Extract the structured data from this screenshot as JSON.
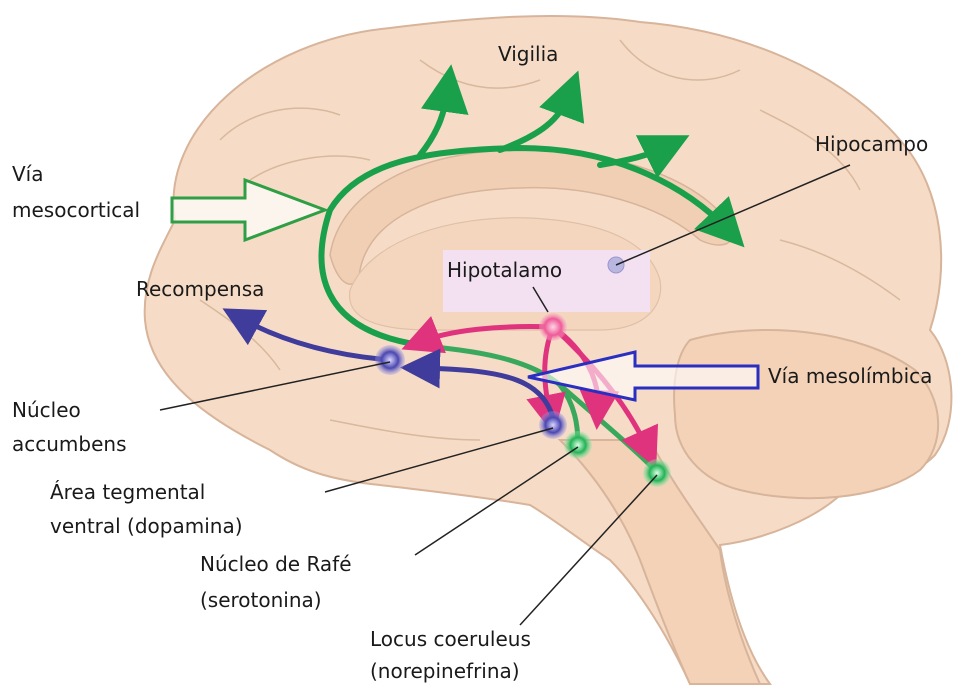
{
  "labels": {
    "vigilia": "Vigilia",
    "hipocampo": "Hipocampo",
    "via_mesocortical_1": "Vía",
    "via_mesocortical_2": "mesocortical",
    "hipotalamo": "Hipotalamo",
    "recompensa": "Recompensa",
    "via_mesolimbica": "Vía mesolímbica",
    "nucleo_accumbens_1": "Núcleo",
    "nucleo_accumbens_2": "accumbens",
    "area_tegmental_1": "Área tegmental",
    "area_tegmental_2": "ventral (dopamina)",
    "nucleo_rafe_1": "Núcleo de Rafé",
    "nucleo_rafe_2": "(serotonina)",
    "locus_1": "Locus coeruleus",
    "locus_2": "(norepinefrina)"
  },
  "colors": {
    "brain": "#f6dcc6",
    "brain_outline": "#d7b49a",
    "green_pathway": "#1aa04a",
    "pink_pathway": "#e0337e",
    "purple_pathway": "#3f3c9c",
    "arrow_outline_green": "#2f9e45",
    "arrow_outline_blue": "#2a2fc2"
  }
}
